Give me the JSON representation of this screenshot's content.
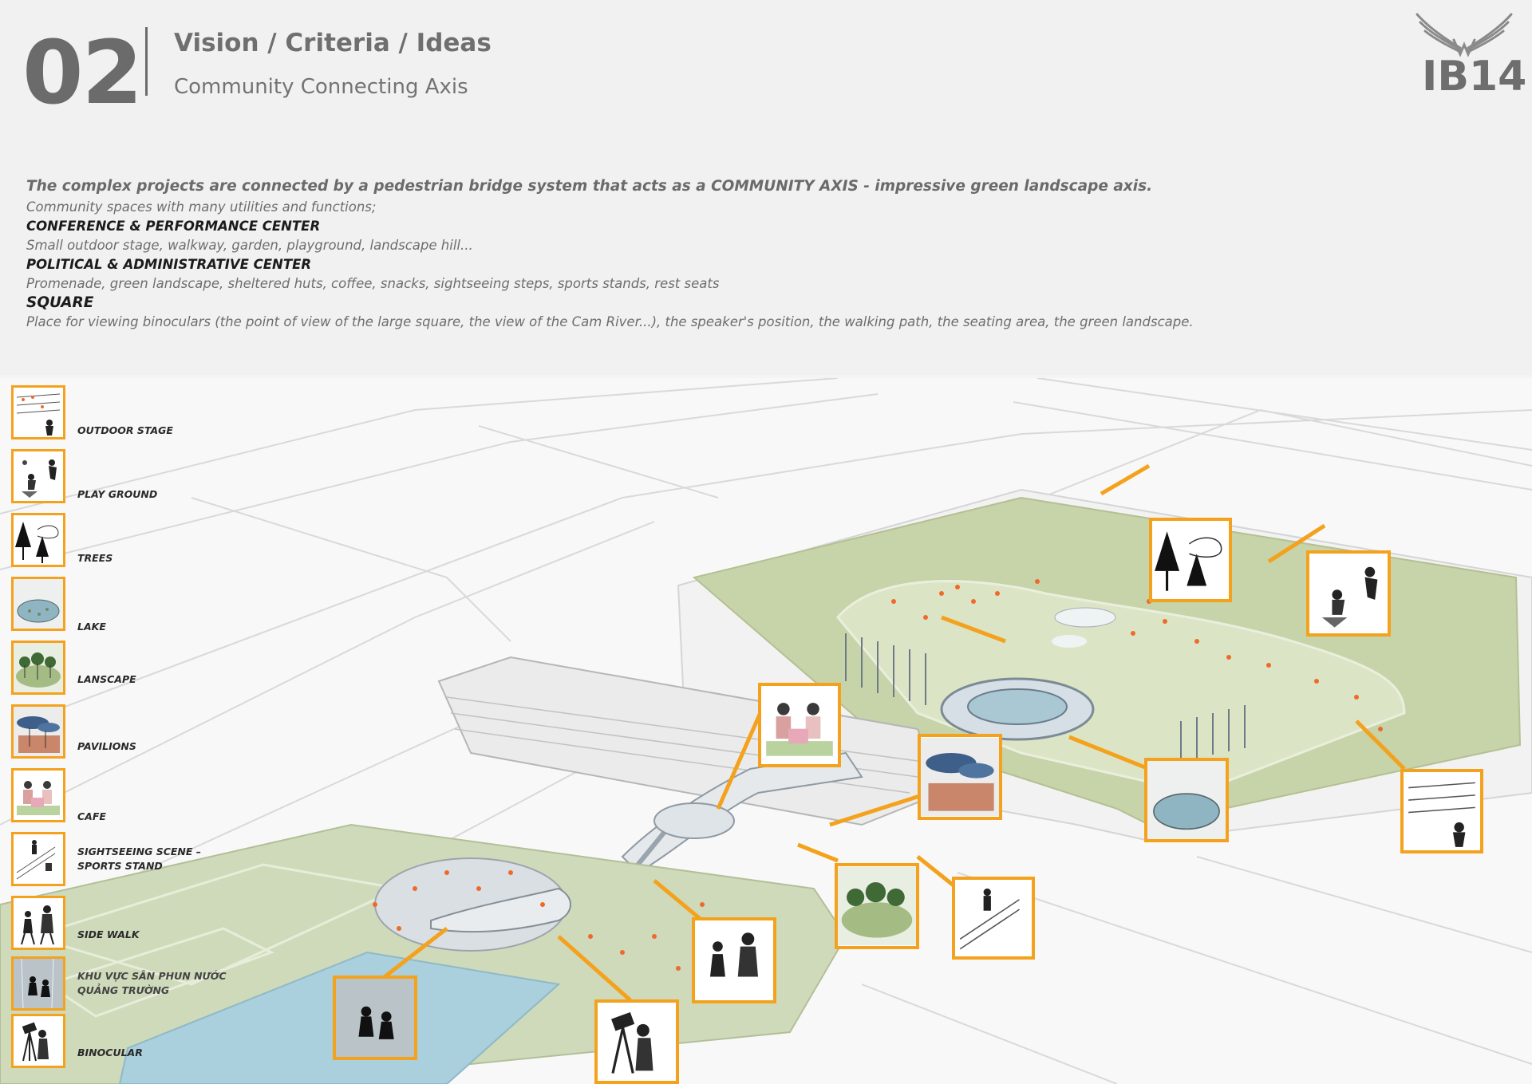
{
  "header": {
    "section_number": "02",
    "title": "Vision / Criteria / Ideas",
    "subtitle": "Community Connecting Axis",
    "brand": "IB14"
  },
  "description": {
    "lead": "The complex projects are connected by a pedestrian bridge system that acts as a COMMUNITY AXIS - impressive green landscape axis.",
    "line1": "Community spaces with many utilities and functions;",
    "heading1": "CONFERENCE & PERFORMANCE CENTER",
    "text1": "Small outdoor stage, walkway, garden, playground, landscape hill...",
    "heading2": "POLITICAL & ADMINISTRATIVE CENTER",
    "text2": "Promenade, green landscape, sheltered huts, coffee, snacks, sightseeing steps, sports stands, rest seats",
    "heading3": "SQUARE",
    "text3": "Place for viewing binoculars (the point of view of the large square, the view of the Cam River...), the speaker's position, the walking path, the seating area, the green landscape."
  },
  "legend": [
    {
      "label": "OUTDOOR STAGE",
      "icon": "outdoor-stage-icon"
    },
    {
      "label": "PLAY GROUND",
      "icon": "playground-icon"
    },
    {
      "label": "TREES",
      "icon": "trees-icon"
    },
    {
      "label": "LAKE",
      "icon": "lake-icon"
    },
    {
      "label": "LANSCAPE",
      "icon": "landscape-icon"
    },
    {
      "label": "PAVILIONS",
      "icon": "pavilion-icon"
    },
    {
      "label": "CAFE",
      "icon": "cafe-icon"
    },
    {
      "label": "SIGHTSEEING SCENE –",
      "label2": "SPORTS STAND",
      "icon": "sports-stand-icon"
    },
    {
      "label": "SIDE WALK",
      "icon": "sidewalk-icon"
    },
    {
      "label": "KHU VỰC SÂN PHUN NƯỚC",
      "label2": "QUẢNG TRƯỜNG",
      "icon": "fountain-plaza-icon"
    },
    {
      "label": "BINOCULAR",
      "icon": "binocular-icon"
    }
  ],
  "colors": {
    "accent": "#f4a21d",
    "landscape_green": "#c7d3a8",
    "water": "#a9d0dc",
    "people": "#ee6a2a"
  }
}
